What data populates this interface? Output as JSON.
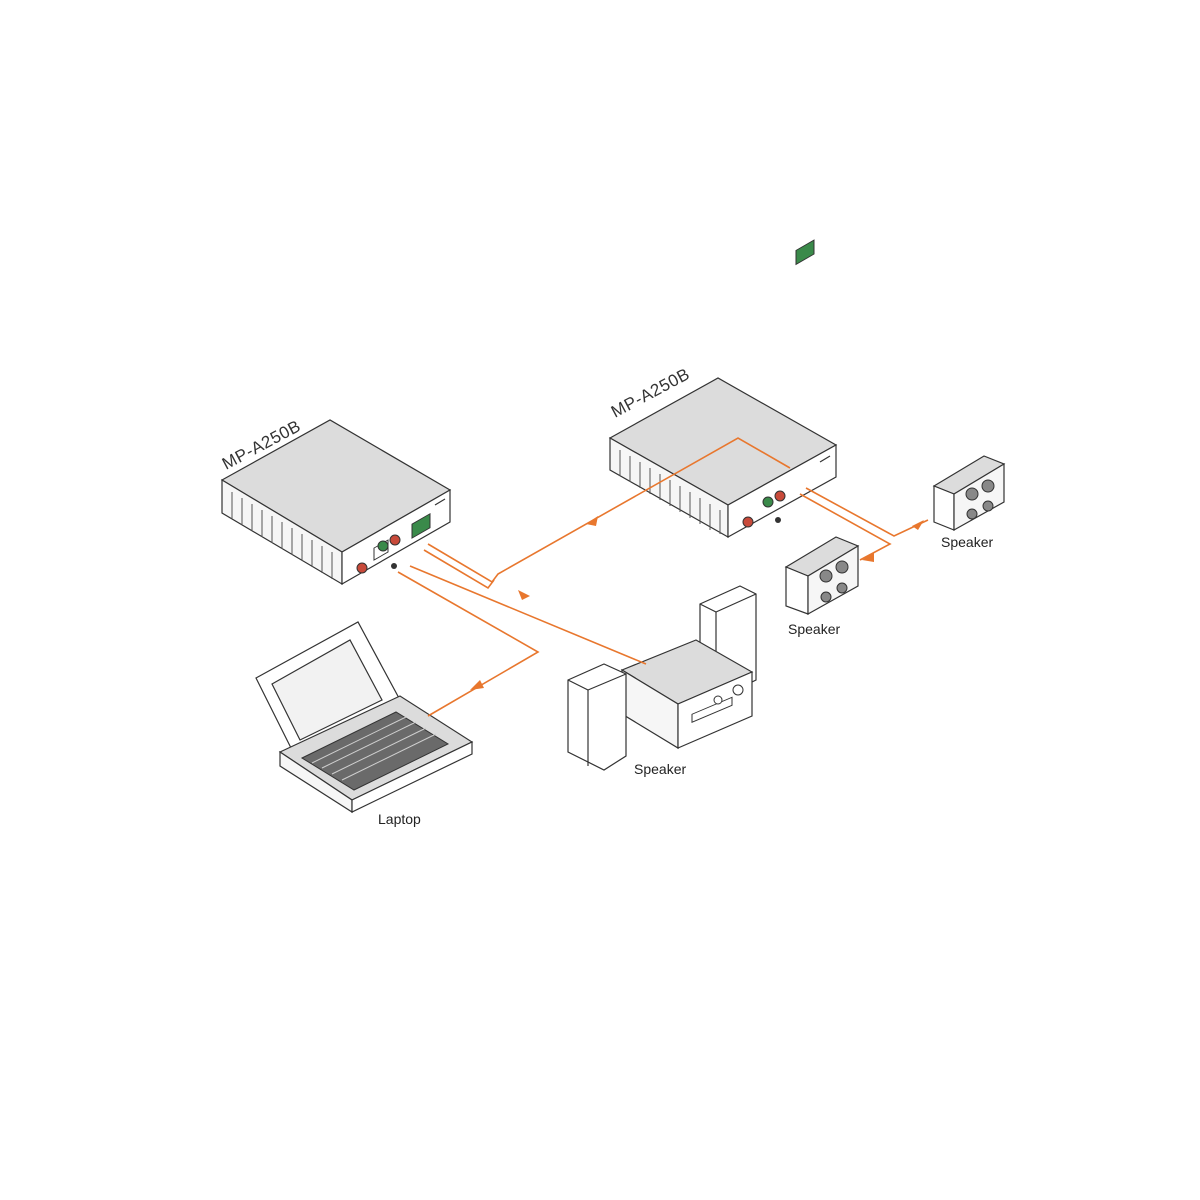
{
  "diagram": {
    "devices": [
      {
        "id": "mp-left",
        "model": "MP-A250B"
      },
      {
        "id": "mp-right",
        "model": "MP-A250B"
      }
    ],
    "labels": {
      "laptop": "Laptop",
      "speaker_stereo": "Speaker",
      "speaker_front": "Speaker",
      "speaker_back": "Speaker"
    },
    "colors": {
      "cable": "#e8772e",
      "device_top": "#dcdcdc",
      "outline": "#333333"
    }
  }
}
